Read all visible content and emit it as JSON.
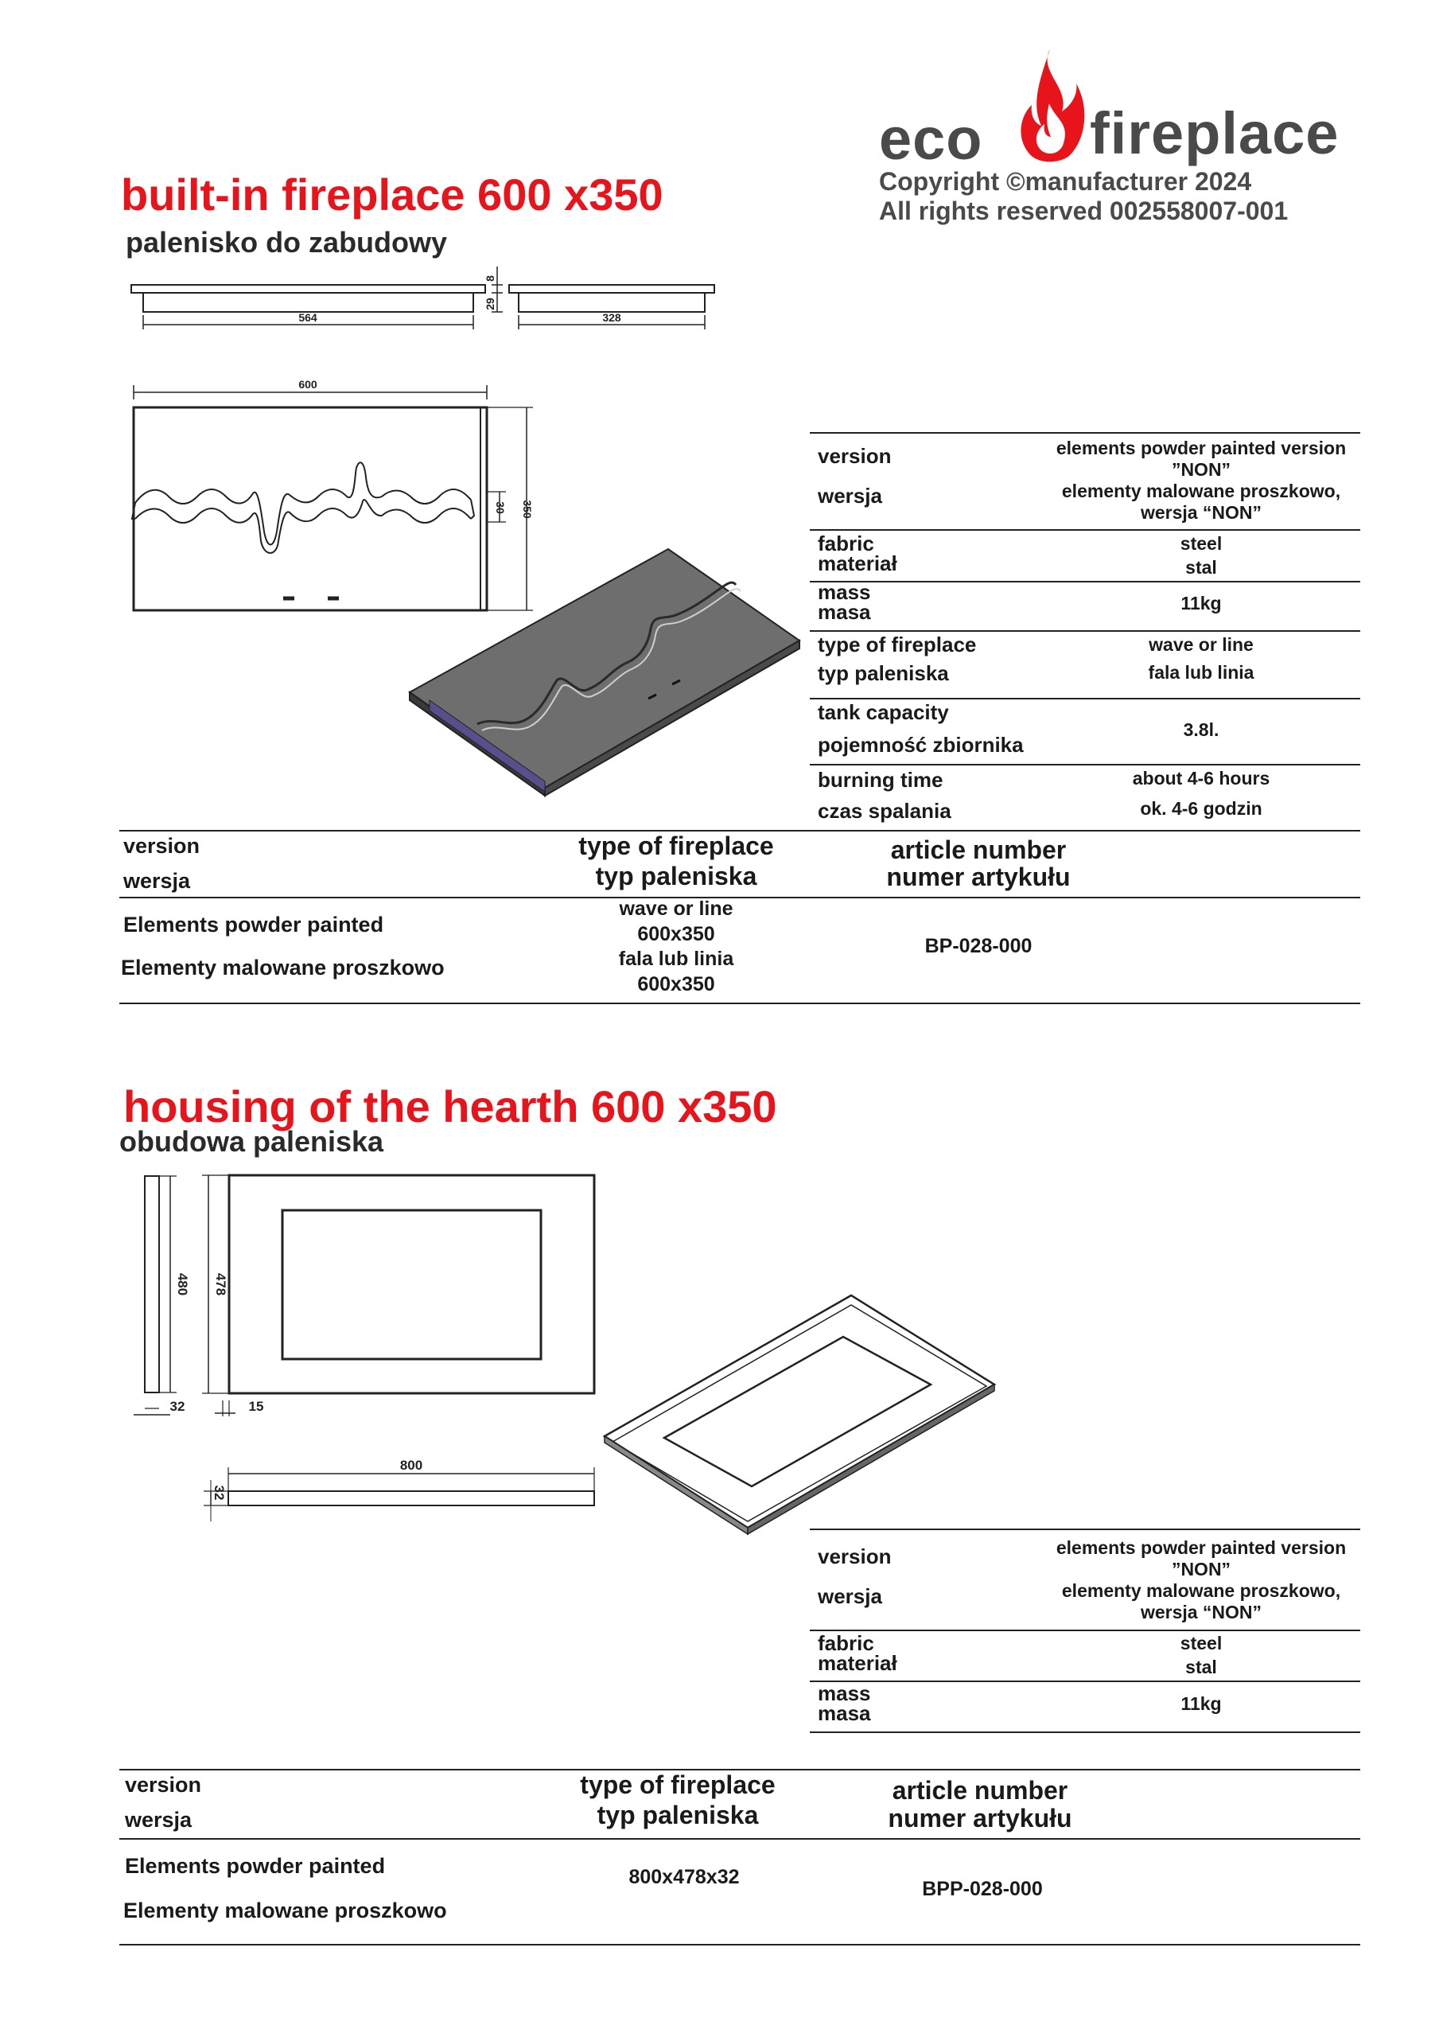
{
  "logo": {
    "word_left": "eco",
    "word_right": "fireplace",
    "copyright_line": "Copyright ©manufacturer 2024",
    "rights_line": "All rights reserved 002558007-001"
  },
  "product1": {
    "title": "built-in fireplace 600 x350",
    "subtitle": "palenisko do zabudowy",
    "drawing": {
      "dim_564": "564",
      "dim_328": "328",
      "dim_8": "8",
      "dim_29": "29",
      "dim_600": "600",
      "dim_30": "30",
      "dim_350": "350"
    },
    "specs": [
      {
        "label_en": "version",
        "label_pl": "wersja",
        "values": [
          "elements   powder painted version",
          "”NON”",
          "elementy malowane proszkowo,",
          "wersja “NON”"
        ]
      },
      {
        "label_en": "fabric",
        "label_pl": "materiał",
        "values": [
          "steel",
          "stal"
        ]
      },
      {
        "label_en": "mass",
        "label_pl": "masa",
        "values": [
          "11kg"
        ]
      },
      {
        "label_en": "type of fireplace",
        "label_pl": "typ paleniska",
        "values": [
          "wave or line",
          "fala lub linia"
        ]
      },
      {
        "label_en": "tank capacity",
        "label_pl": "pojemność zbiornika",
        "values": [
          "3.8l."
        ]
      },
      {
        "label_en": "burning time",
        "label_pl": "czas spalania",
        "values": [
          "about 4-6 hours",
          "ok. 4-6 godzin"
        ]
      }
    ],
    "table": {
      "col1_en": "version",
      "col1_pl": "wersja",
      "col2_en": "type of fireplace",
      "col2_pl": "typ paleniska",
      "col3_en": "article number",
      "col3_pl": "numer artykułu",
      "row_en": "Elements powder painted",
      "row_pl": "Elementy malowane proszkowo",
      "type_lines": [
        "wave or line",
        "600x350",
        "fala lub linia",
        "600x350"
      ],
      "article": "BP-028-000"
    }
  },
  "product2": {
    "title": "housing of the hearth 600 x350",
    "subtitle": "obudowa paleniska",
    "drawing": {
      "dim_480": "480",
      "dim_478": "478",
      "dim_32": "32",
      "dim_15": "15",
      "dim_800": "800",
      "dim_32b": "32"
    },
    "specs": [
      {
        "label_en": "version",
        "label_pl": "wersja",
        "values": [
          "elements   powder painted version",
          "”NON”",
          "elementy malowane proszkowo,",
          "wersja “NON”"
        ]
      },
      {
        "label_en": "fabric",
        "label_pl": "materiał",
        "values": [
          "steel",
          "stal"
        ]
      },
      {
        "label_en": "mass",
        "label_pl": "masa",
        "values": [
          "11kg"
        ]
      }
    ],
    "table": {
      "col1_en": "version",
      "col1_pl": "wersja",
      "col2_en": "type of fireplace",
      "col2_pl": "typ paleniska",
      "col3_en": "article number",
      "col3_pl": "numer artykułu",
      "row_en": "Elements powder painted",
      "row_pl": "Elementy malowane proszkowo",
      "type_value": "800x478x32",
      "article": "BPP-028-000"
    }
  },
  "colors": {
    "title_red": "#e8141b",
    "logo_gray": "#4a4a4a",
    "flame_red": "#e8141b",
    "flame_orange": "#f26522"
  }
}
